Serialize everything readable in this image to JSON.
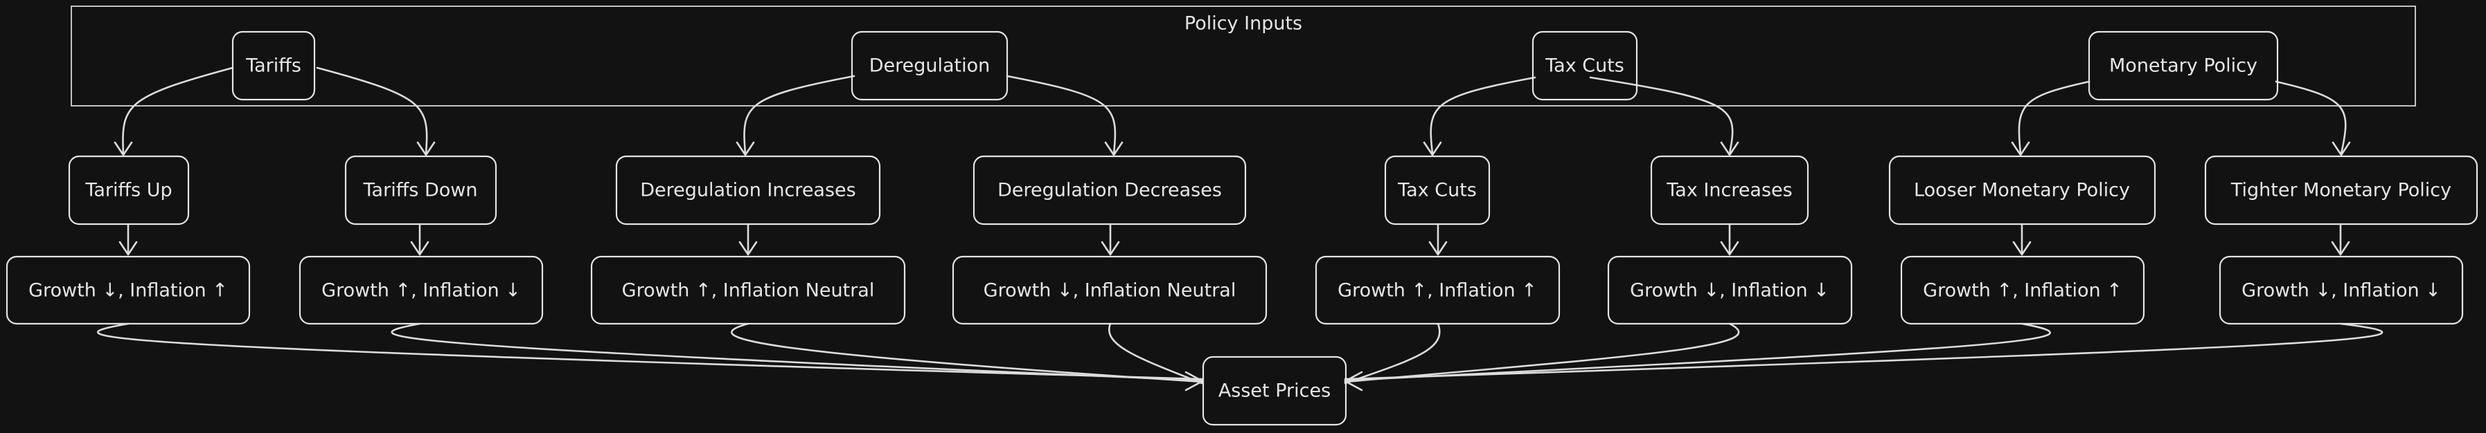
{
  "group": {
    "label": "Policy Inputs"
  },
  "nodes": {
    "tariffs": "Tariffs",
    "dereg": "Deregulation",
    "taxcuts": "Tax Cuts",
    "monetary": "Monetary Policy",
    "tariffs_up": "Tariffs Up",
    "tariffs_down": "Tariffs Down",
    "dereg_inc": "Deregulation Increases",
    "dereg_dec": "Deregulation Decreases",
    "tax_cuts2": "Tax Cuts",
    "tax_inc": "Tax Increases",
    "looser": "Looser Monetary Policy",
    "tighter": "Tighter Monetary Policy",
    "g1": "Growth ↓, Inflation ↑",
    "g2": "Growth ↑, Inflation ↓",
    "g3": "Growth ↑, Inflation Neutral",
    "g4": "Growth ↓, Inflation Neutral",
    "g5": "Growth ↑, Inflation ↑",
    "g6": "Growth ↓, Inflation ↓",
    "g7": "Growth ↑, Inflation ↑",
    "g8": "Growth ↓, Inflation ↓",
    "asset": "Asset Prices"
  }
}
